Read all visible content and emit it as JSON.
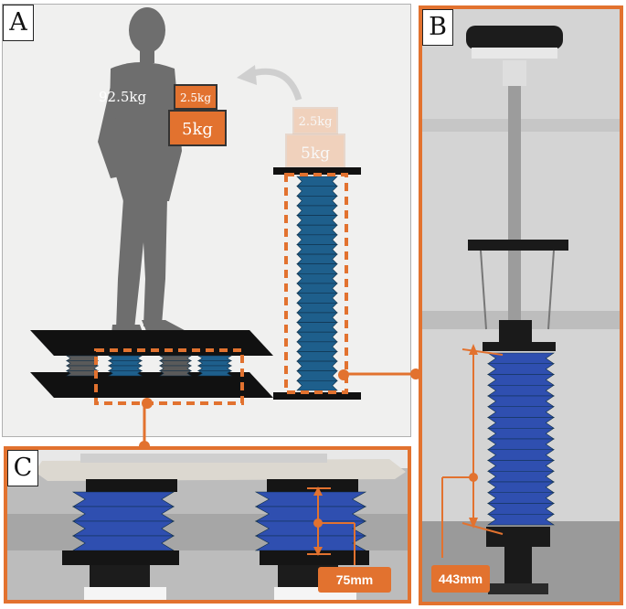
{
  "panels": {
    "a": {
      "letter": "A"
    },
    "b": {
      "letter": "B"
    },
    "c": {
      "letter": "C"
    }
  },
  "person": {
    "weight_label": "92.5kg"
  },
  "weights": {
    "held_small": "2.5kg",
    "held_large": "5kg",
    "faded_small": "2.5kg",
    "faded_large": "5kg"
  },
  "dimensions": {
    "column_height": "443mm",
    "module_height": "75mm"
  },
  "colors": {
    "accent": "#e2722f",
    "bellows_blue": "#1e5f8c",
    "silhouette_gray": "#6e6e6e",
    "background": "#f0f0ef"
  }
}
